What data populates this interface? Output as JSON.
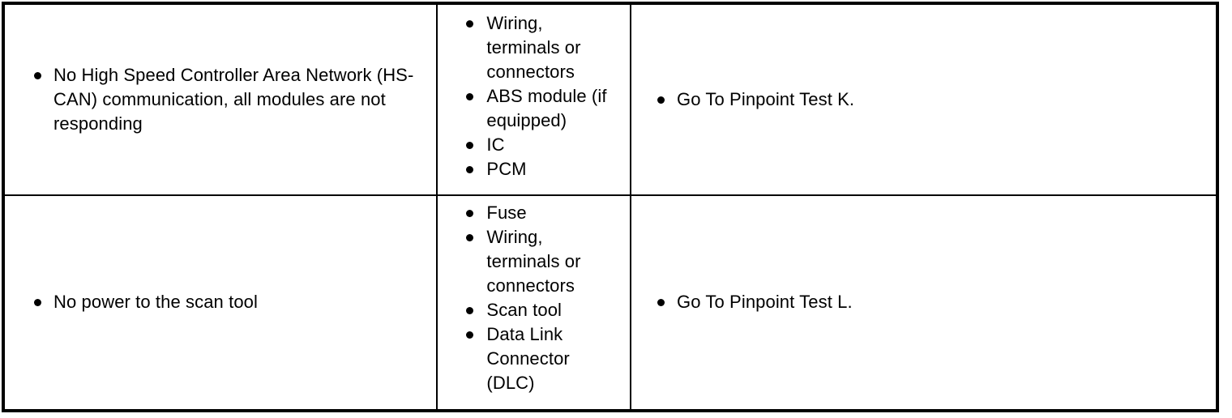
{
  "document": {
    "type": "symptom-chart-table",
    "background_color": "#ffffff",
    "text_color": "#000000",
    "border_color": "#000000"
  },
  "table": {
    "columns": [
      {
        "key": "symptom",
        "name": "condition-column"
      },
      {
        "key": "source",
        "name": "possible-source-column"
      },
      {
        "key": "action",
        "name": "action-column"
      }
    ],
    "rows": [
      {
        "id": "row-hs-can",
        "symptom": [
          "No High Speed Controller Area Network (HS-CAN) communication, all modules are not responding"
        ],
        "source": [
          "Wiring, terminals or connectors",
          "ABS module (if equipped)",
          "IC",
          "PCM"
        ],
        "action": [
          "Go To Pinpoint Test K."
        ]
      },
      {
        "id": "row-no-power",
        "symptom": [
          "No power to the scan tool"
        ],
        "source": [
          "Fuse",
          "Wiring, terminals or connectors",
          "Scan tool",
          "Data Link Connector (DLC)"
        ],
        "action": [
          "Go To Pinpoint Test L."
        ]
      }
    ]
  }
}
